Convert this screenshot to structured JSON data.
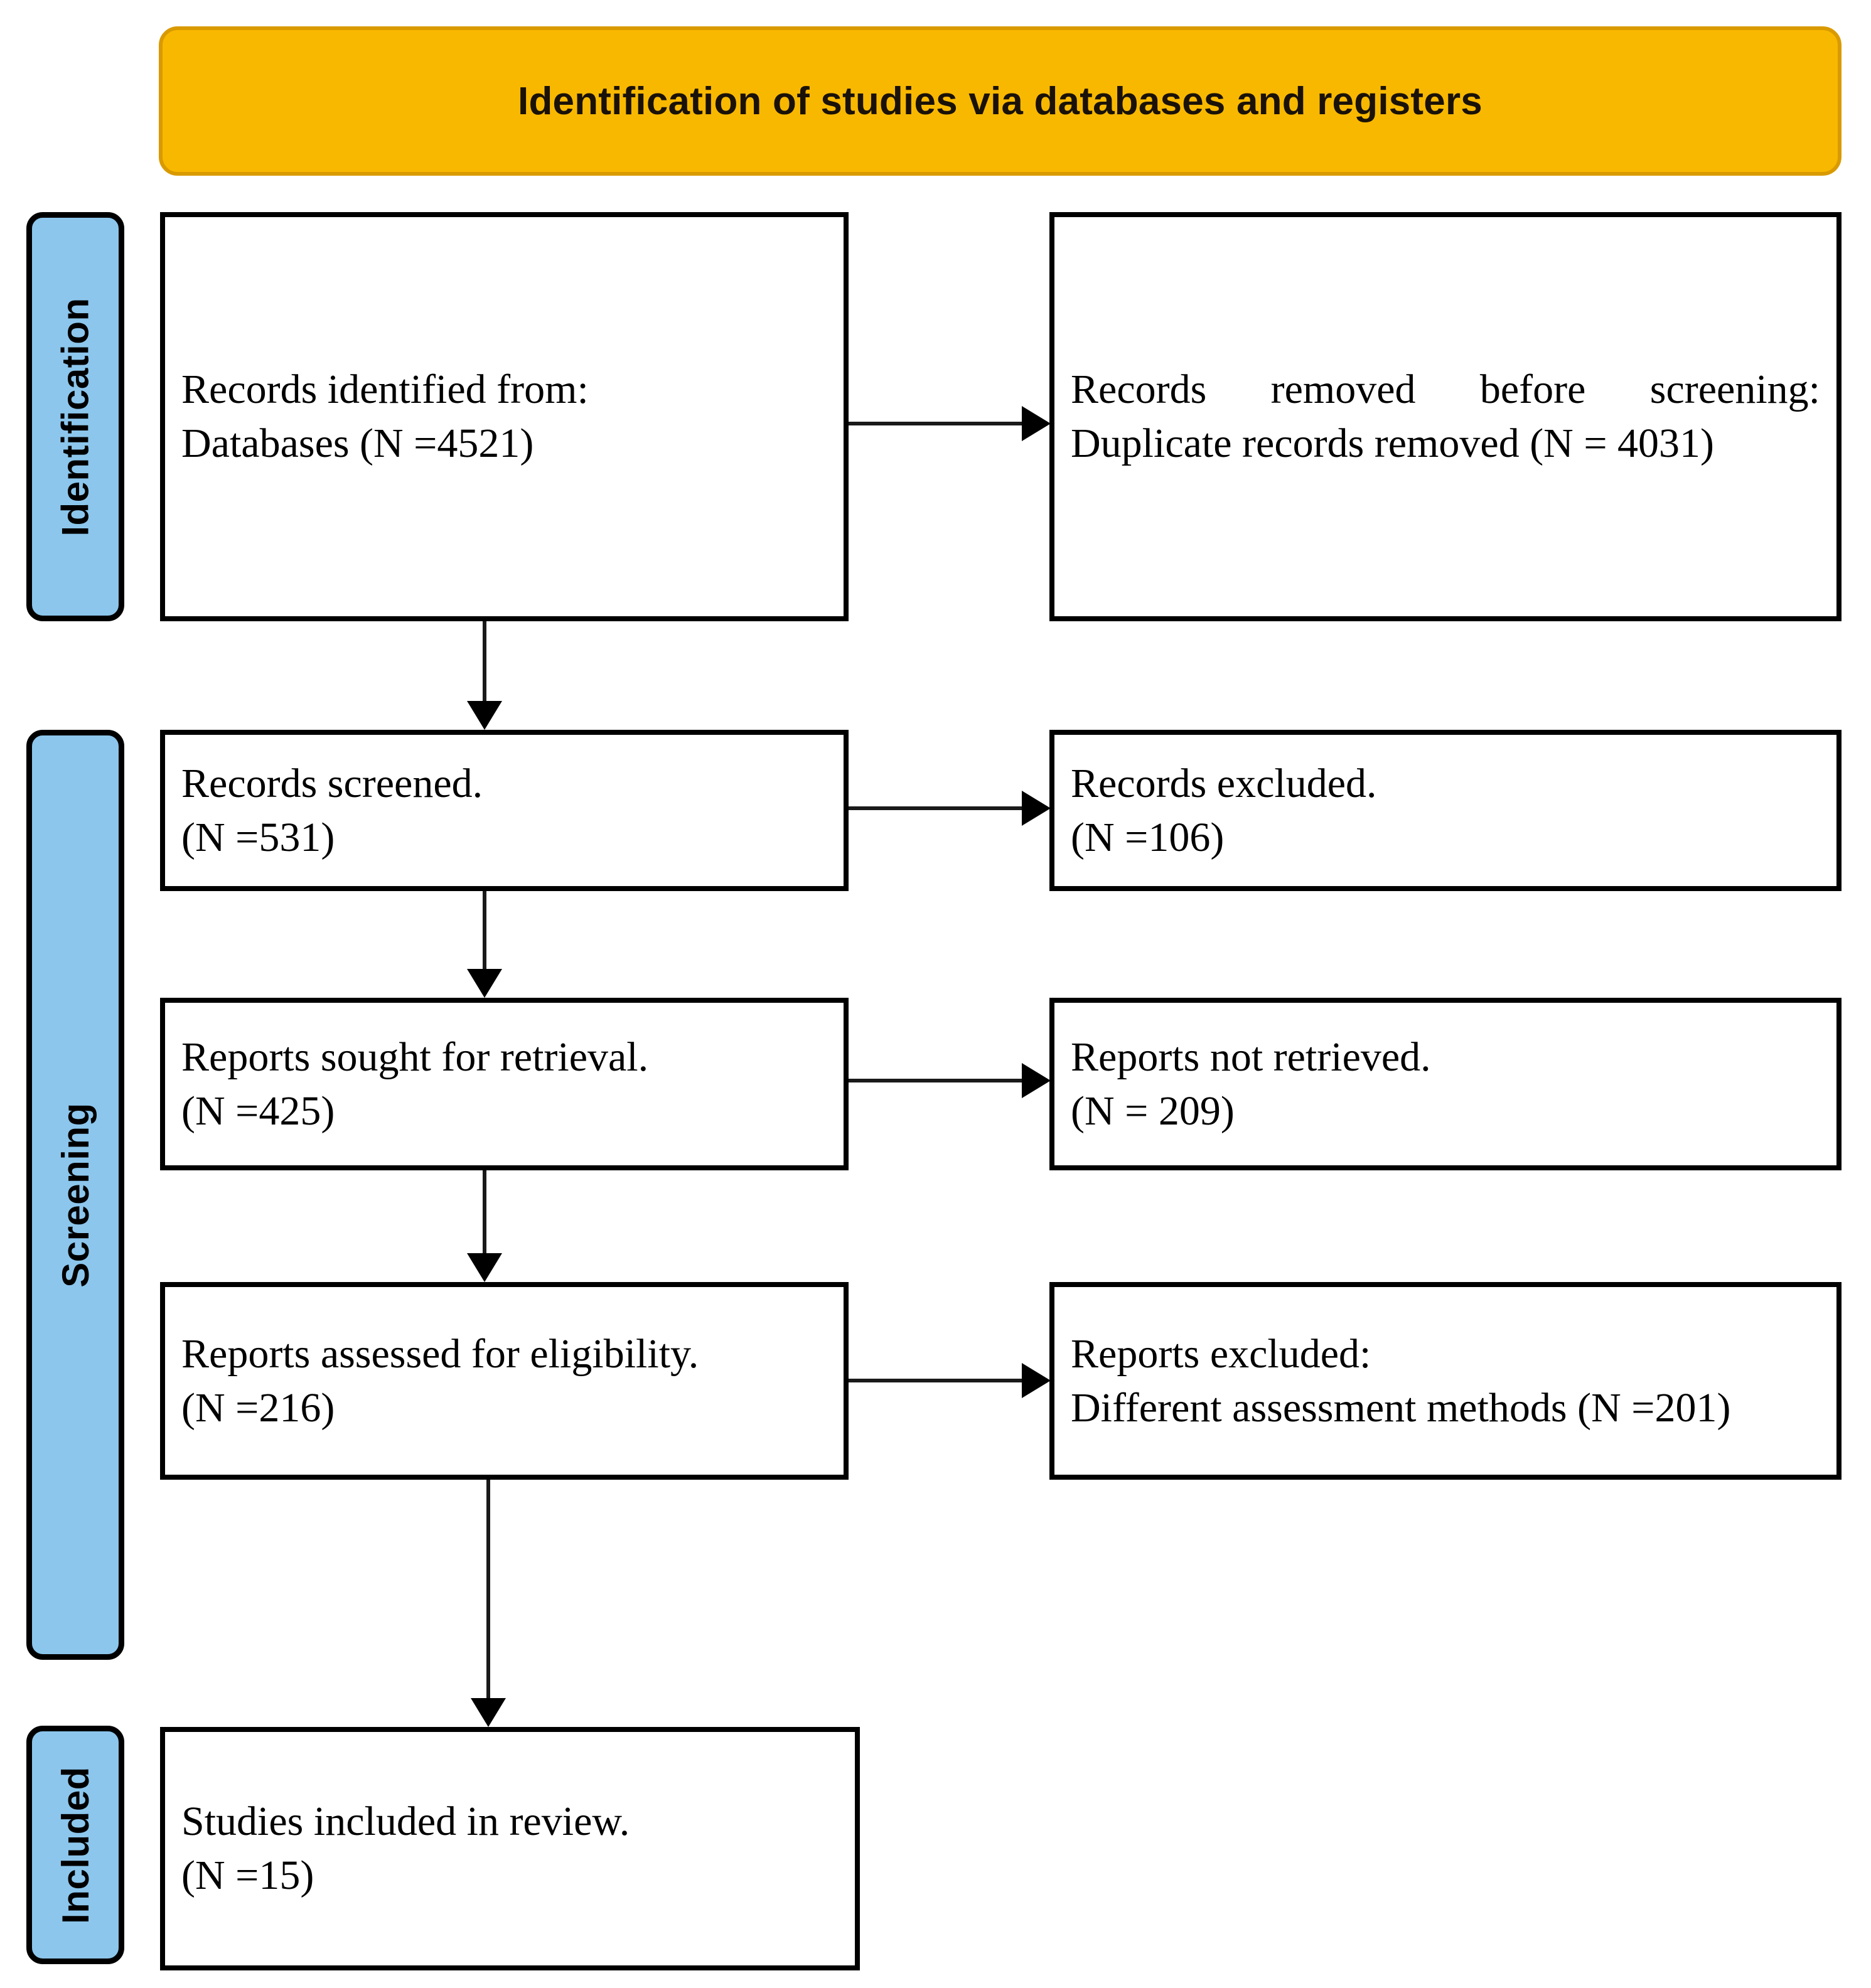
{
  "diagram": {
    "type": "prisma-flow-diagram",
    "banner": {
      "title": "Identification of studies via databases and registers",
      "fill_color": "#F9B800",
      "border_color": "#D99A00"
    },
    "stages": [
      {
        "id": "identification",
        "label": "Identification",
        "fill_color": "#8CC6EC"
      },
      {
        "id": "screening",
        "label": "Screening",
        "fill_color": "#8CC6EC"
      },
      {
        "id": "included",
        "label": "Included",
        "fill_color": "#8CC6EC"
      }
    ],
    "boxes": {
      "identified": {
        "line1": "Records identified from:",
        "line2": "Databases (N =4521)",
        "text": "Records identified from:\nDatabases (N =4521)",
        "count": 4521
      },
      "removed_before_screening": {
        "line1": "Records removed before",
        "line2": "screening:",
        "line3": "Duplicate records removed (N =",
        "line4": "4031)",
        "text": "Records removed before screening: Duplicate records removed (N = 4031)",
        "count": 4031
      },
      "screened": {
        "line1": "Records screened.",
        "line2": "(N =531)",
        "text": "Records screened.\n(N =531)",
        "count": 531
      },
      "records_excluded": {
        "line1": "Records excluded.",
        "line2": "(N =106)",
        "text": "Records excluded.\n(N =106)",
        "count": 106
      },
      "sought_for_retrieval": {
        "line1": "Reports sought for retrieval.",
        "line2": "(N =425)",
        "text": "Reports sought for retrieval.\n(N =425)",
        "count": 425
      },
      "not_retrieved": {
        "line1": "Reports not retrieved.",
        "line2": "(N = 209)",
        "text": "Reports not retrieved.\n(N = 209)",
        "count": 209
      },
      "assessed_for_eligibility": {
        "line1": "Reports assessed for eligibility.",
        "line2": "(N =216)",
        "text": "Reports assessed for eligibility.\n(N =216)",
        "count": 216
      },
      "reports_excluded": {
        "line1": "Reports excluded:",
        "line2": "Different assessment methods (N",
        "line3": "=201)",
        "text": "Reports excluded:\nDifferent assessment methods (N =201)",
        "count": 201
      },
      "studies_included": {
        "line1": "Studies included in review.",
        "line2": "(N =15)",
        "text": "Studies included in review.\n(N =15)",
        "count": 15
      }
    },
    "colors": {
      "banner": "#F9B800",
      "stage": "#8CC6EC",
      "box_border": "#000000",
      "arrow": "#000000",
      "background": "#FFFFFF"
    }
  }
}
